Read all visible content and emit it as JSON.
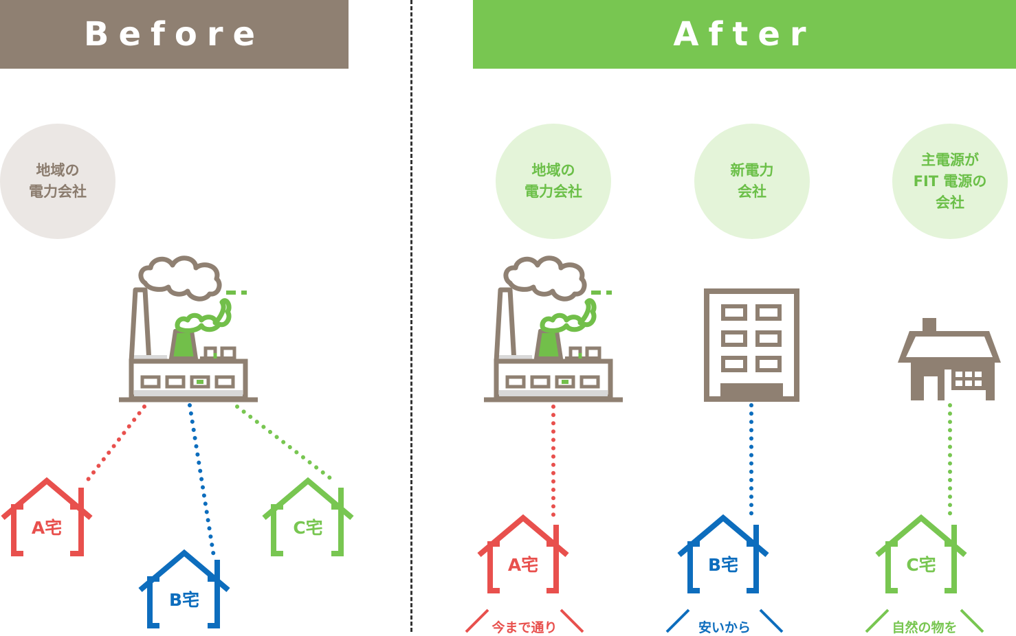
{
  "before": {
    "title": "Before",
    "company": "地域の\n電力会社",
    "houses": [
      "A宅",
      "B宅",
      "C宅"
    ]
  },
  "after": {
    "title": "After",
    "companies": [
      "地域の\n電力会社",
      "新電力\n会社",
      "主電源が\nFIT 電源の\n会社"
    ],
    "houses": [
      "A宅",
      "B宅",
      "C宅"
    ],
    "reasons": [
      "今まで通り",
      "安いから",
      "自然の物を"
    ]
  },
  "colors": {
    "brown": "#8f8072",
    "green": "#78c651",
    "red": "#e8504d",
    "blue": "#0d6dbd"
  }
}
